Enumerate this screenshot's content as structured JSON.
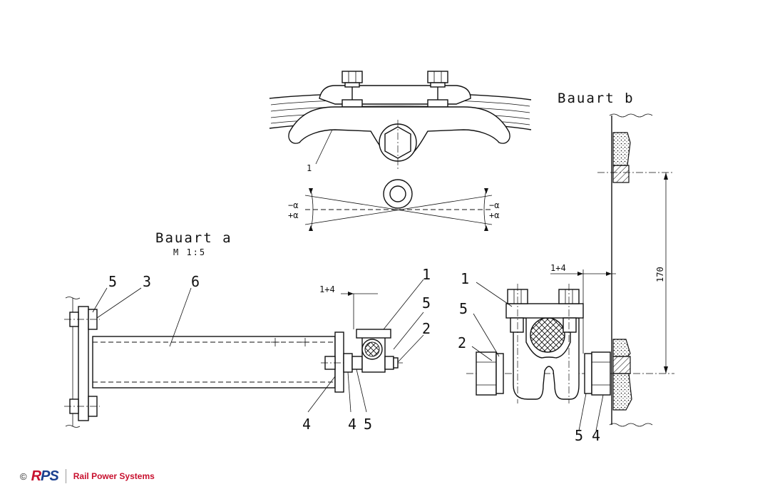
{
  "diagram": {
    "title_b": "Bauart b",
    "title_a": "Bauart a",
    "scale_a": "M 1:5",
    "angle_minus": "−α",
    "angle_plus": "+α",
    "dim_gap": "1+4",
    "dim_height": "170",
    "top_view_labels": [
      "1"
    ],
    "a_labels_top": [
      "5",
      "3",
      "6",
      "1",
      "5",
      "2"
    ],
    "a_labels_bottom": [
      "4",
      "4",
      "5"
    ],
    "b_labels_left": [
      "1",
      "5",
      "2"
    ],
    "b_labels_bottom": [
      "5",
      "4"
    ]
  },
  "footer": {
    "copyright": "©",
    "logo_r": "R",
    "logo_ps": "PS",
    "company": "Rail Power Systems",
    "brand_blue": "#1a3f8f",
    "brand_red": "#c8102e"
  }
}
